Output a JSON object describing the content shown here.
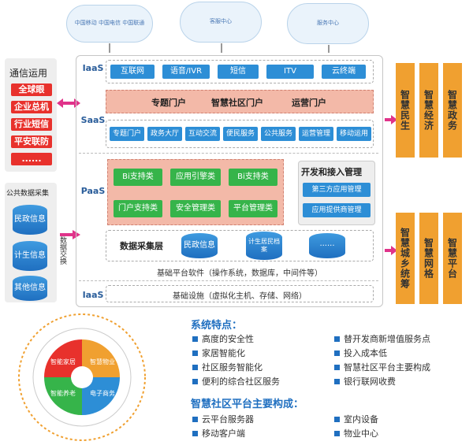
{
  "top_clouds": [
    {
      "label": "中国移动 中国电信 中国联通"
    },
    {
      "label": "客服中心"
    },
    {
      "label": "服务中心"
    }
  ],
  "left": {
    "title": "通信运用",
    "items": [
      "全球眼",
      "企业总机",
      "行业短信",
      "平安联防",
      "......"
    ],
    "public_title": "公共数据采集",
    "db_items": [
      "民政信息",
      "计生信息",
      "其他信息"
    ],
    "exchange_label": "数据交换"
  },
  "layers": {
    "iaas_top": "IaaS",
    "saas": "SaaS",
    "paas": "PaaS",
    "iaas_bottom": "IaaS"
  },
  "iaas_row": [
    "互联网",
    "语音/IVR",
    "短信",
    "ITV",
    "云终端"
  ],
  "portals": [
    "专题门户",
    "智慧社区门户",
    "运营门户"
  ],
  "saas_row": [
    "专题门户",
    "政务大厅",
    "互动交流",
    "便民服务",
    "公共服务",
    "运营管理",
    "移动运用"
  ],
  "paas_support": [
    "Bi支持类",
    "应用引擎类",
    "Bi支持类",
    "门户支持类",
    "安全管理类",
    "平台管理类"
  ],
  "dev_mgmt": {
    "title": "开发和接入管理",
    "items": [
      "第三方应用管理",
      "应用提供商管理"
    ]
  },
  "data_layer": {
    "title": "数据采集层",
    "dbs": [
      "民政信息",
      "计生居民档案",
      "......"
    ]
  },
  "base_software": "基础平台软件（操作系统，数据库，中间件等）",
  "base_infra": "基础设施（虚拟化主机、存储、网络）",
  "right_bars": [
    "智慧民生",
    "智慧经济",
    "智慧政务",
    "智慧城乡统筹",
    "智慧网格",
    "智慧平台"
  ],
  "wheel": {
    "quadrants": [
      "智能家居",
      "智慧物业",
      "智能养老",
      "电子商务"
    ]
  },
  "features": {
    "title": "系统特点：",
    "left": [
      "高度的安全性",
      "家居智能化",
      "社区服务智能化",
      "便利的综合社区服务"
    ],
    "right": [
      "替开发商新增值服务点",
      "投入成本低",
      "智慧社区平台主要构成",
      "银行联网收费"
    ]
  },
  "composition": {
    "title": "智慧社区平台主要构成：",
    "left": [
      "云平台服务器",
      "移动客户端"
    ],
    "right": [
      "室内设备",
      "物业中心"
    ]
  },
  "colors": {
    "accent": "#1f6fc0",
    "red": "#e8312c",
    "green": "#36b44a",
    "orange": "#f0a030",
    "salmon": "#f3b9a8"
  }
}
